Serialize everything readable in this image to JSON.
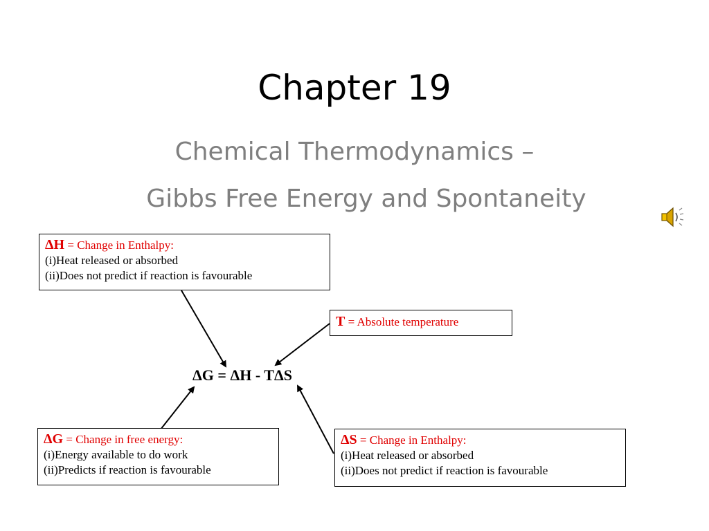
{
  "slide": {
    "title": "Chapter 19",
    "subtitle_line1": "Chemical Thermodynamics –",
    "subtitle_line2": "Gibbs Free Energy and Spontaneity"
  },
  "icons": {
    "sound": "speaker-icon"
  },
  "diagram": {
    "equation": "ΔG = ΔH - TΔS",
    "boxes": {
      "dh": {
        "symbol": "ΔH",
        "eq": " = ",
        "definition": "Change in Enthalpy:",
        "line1": "(i)Heat released or absorbed",
        "line2": "(ii)Does not predict if reaction is favourable"
      },
      "t": {
        "symbol": "T",
        "eq": " = ",
        "definition": "Absolute temperature"
      },
      "dg": {
        "symbol": "ΔG",
        "eq": " = ",
        "definition": "Change in free energy:",
        "line1": "(i)Energy available to do work",
        "line2": "(ii)Predicts if reaction is favourable"
      },
      "ds": {
        "symbol": "ΔS",
        "eq": " = ",
        "definition": "Change in Enthalpy:",
        "line1": "(i)Heat released or absorbed",
        "line2": "(ii)Does not predict if reaction is favourable"
      }
    }
  },
  "colors": {
    "accent_red": "#e00000",
    "subtitle_gray": "#7f7f7f"
  }
}
